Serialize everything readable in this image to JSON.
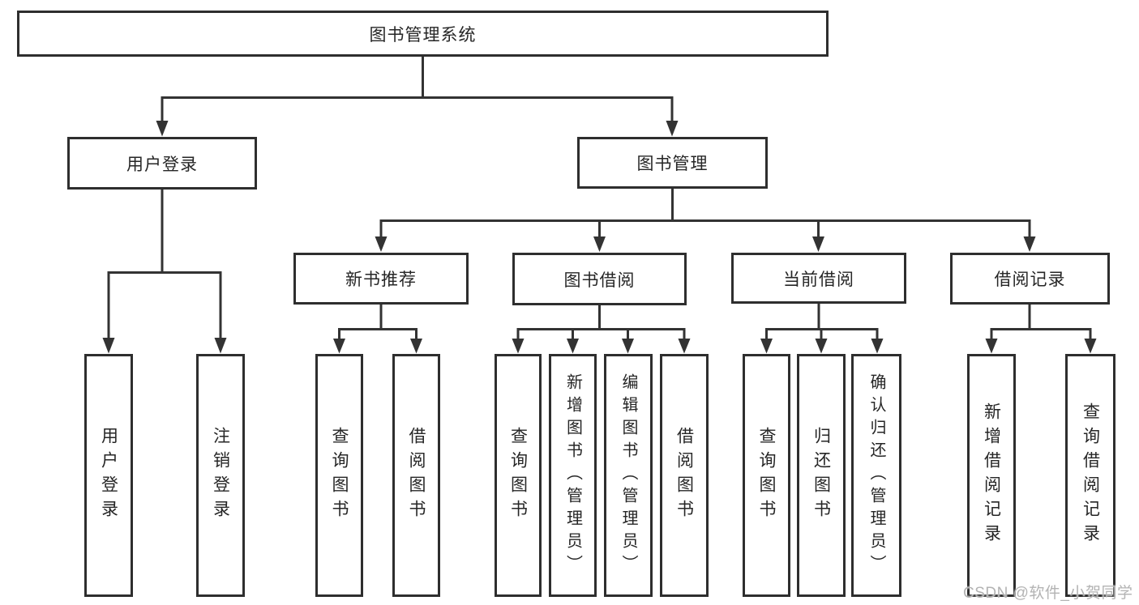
{
  "diagram": {
    "root": {
      "label": "图书管理系统"
    },
    "level2": [
      {
        "label": "用户登录",
        "children": [
          {
            "label": "用户登录"
          },
          {
            "label": "注销登录"
          }
        ]
      },
      {
        "label": "图书管理",
        "children": [
          {
            "label": "新书推荐",
            "children": [
              {
                "label": "查询图书"
              },
              {
                "label": "借阅图书"
              }
            ]
          },
          {
            "label": "图书借阅",
            "children": [
              {
                "label": "查询图书"
              },
              {
                "label": "新增图书（管理员）"
              },
              {
                "label": "编辑图书（管理员）"
              },
              {
                "label": "借阅图书"
              }
            ]
          },
          {
            "label": "当前借阅",
            "children": [
              {
                "label": "查询图书"
              },
              {
                "label": "归还图书"
              },
              {
                "label": "确认归还（管理员）"
              }
            ]
          },
          {
            "label": "借阅记录",
            "children": [
              {
                "label": "新增借阅记录"
              },
              {
                "label": "查询借阅记录"
              }
            ]
          }
        ]
      }
    ]
  },
  "watermark": {
    "text": "CSDN @软件_小贺同学"
  },
  "colors": {
    "line": "#333333",
    "border": "#2e2e2e",
    "text": "#262626",
    "watermark": "#b3b3b3",
    "background": "#ffffff"
  }
}
